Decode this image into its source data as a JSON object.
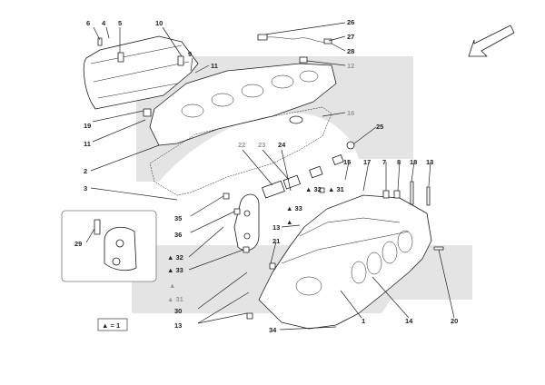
{
  "callouts": [
    {
      "id": "6",
      "text": "6"
    },
    {
      "id": "4",
      "text": "4"
    },
    {
      "id": "5",
      "text": "5"
    },
    {
      "id": "10",
      "text": "10"
    },
    {
      "id": "9",
      "text": "9"
    },
    {
      "id": "11a",
      "text": "11"
    },
    {
      "id": "19",
      "text": "19"
    },
    {
      "id": "11b",
      "text": "11"
    },
    {
      "id": "2",
      "text": "2"
    },
    {
      "id": "3",
      "text": "3"
    },
    {
      "id": "26",
      "text": "26"
    },
    {
      "id": "27",
      "text": "27"
    },
    {
      "id": "28",
      "text": "28"
    },
    {
      "id": "12",
      "text": "12"
    },
    {
      "id": "16",
      "text": "16"
    },
    {
      "id": "25",
      "text": "25"
    },
    {
      "id": "22",
      "text": "22"
    },
    {
      "id": "23",
      "text": "23"
    },
    {
      "id": "24",
      "text": "24"
    },
    {
      "id": "15",
      "text": "15"
    },
    {
      "id": "17",
      "text": "17"
    },
    {
      "id": "7",
      "text": "7"
    },
    {
      "id": "8",
      "text": "8"
    },
    {
      "id": "18",
      "text": "18"
    },
    {
      "id": "13a",
      "text": "13"
    },
    {
      "id": "32a",
      "text": "▲ 32"
    },
    {
      "id": "31a",
      "text": "▲ 31"
    },
    {
      "id": "33a",
      "text": "▲ 33"
    },
    {
      "id": "tri1",
      "text": "▲"
    },
    {
      "id": "35",
      "text": "35"
    },
    {
      "id": "36",
      "text": "36"
    },
    {
      "id": "32b",
      "text": "▲ 32"
    },
    {
      "id": "33b",
      "text": "▲ 33"
    },
    {
      "id": "tri2",
      "text": "▲"
    },
    {
      "id": "31b",
      "text": "▲ 31"
    },
    {
      "id": "30",
      "text": "30"
    },
    {
      "id": "13b",
      "text": "13"
    },
    {
      "id": "21",
      "text": "21"
    },
    {
      "id": "13c",
      "text": "13"
    },
    {
      "id": "29",
      "text": "29"
    },
    {
      "id": "1",
      "text": "1"
    },
    {
      "id": "14",
      "text": "14"
    },
    {
      "id": "20",
      "text": "20"
    },
    {
      "id": "34",
      "text": "34"
    }
  ],
  "legend": {
    "text": "▲ = 1"
  },
  "colors": {
    "line": "#1a1a1a",
    "shade": "#e4e4e4",
    "gray_label": "#9a9a9a"
  }
}
